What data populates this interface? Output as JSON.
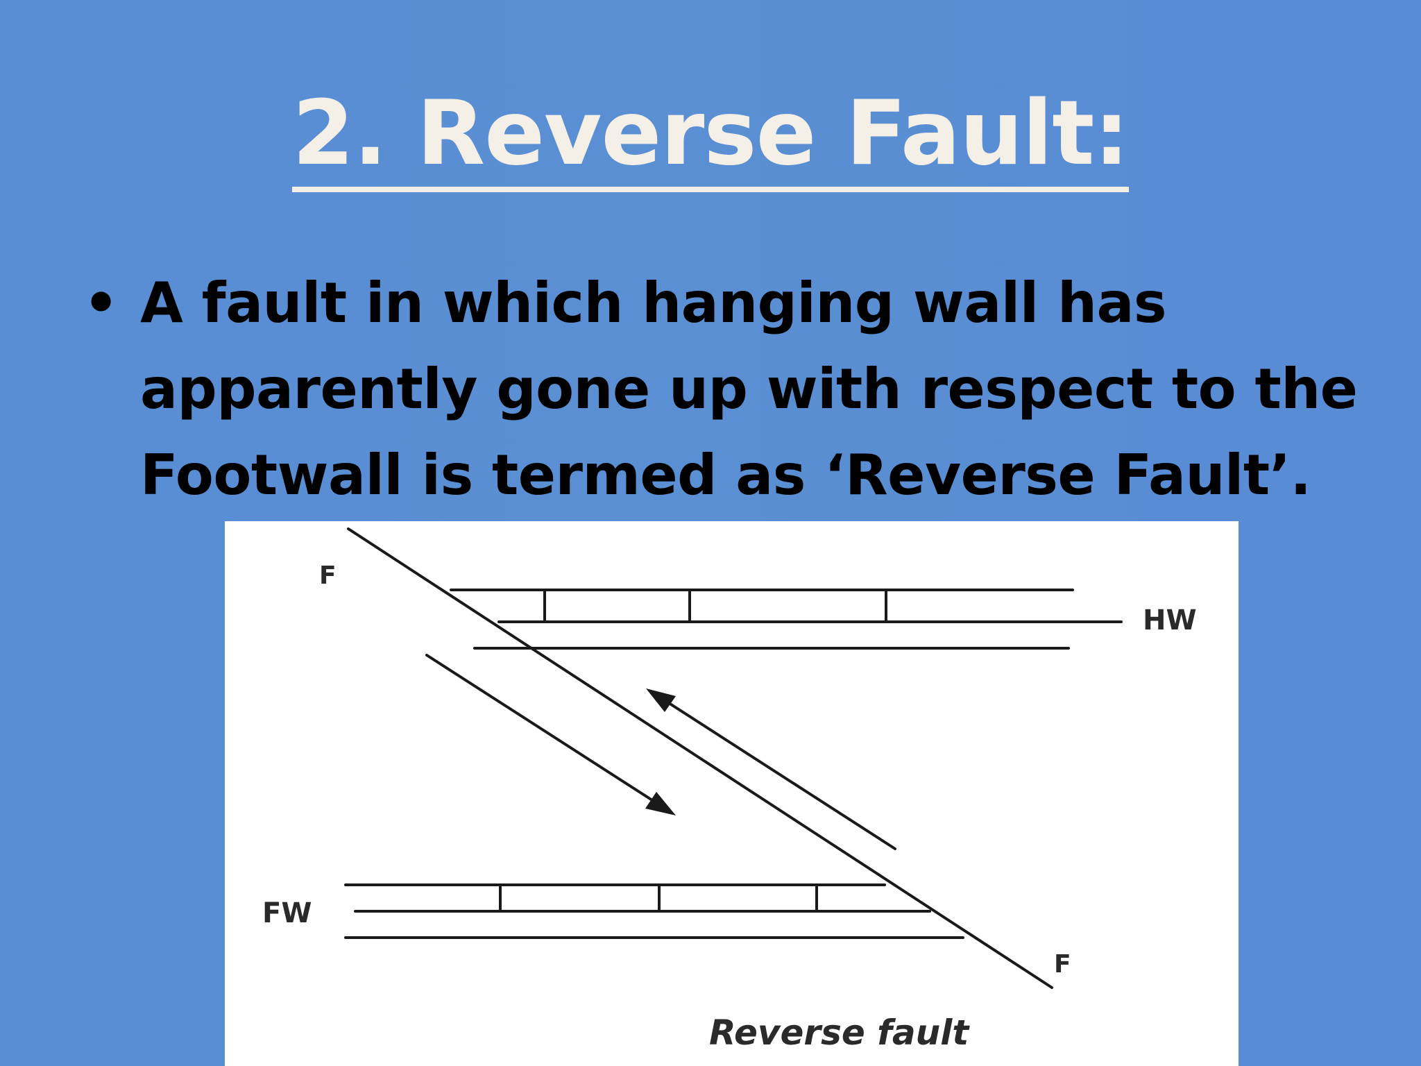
{
  "slide": {
    "title": "2. Reverse Fault:",
    "bullet_symbol": "•",
    "bullets": [
      "A fault in which hanging wall has apparently gone up with respect to the Footwall is termed as ‘Reverse Fault’."
    ]
  },
  "diagram": {
    "label_fault_top": "F",
    "label_fault_bottom": "F",
    "label_hanging_wall": "HW",
    "label_footwall": "FW",
    "caption": "Reverse fault"
  },
  "colors": {
    "background": "#5b8fd3",
    "title": "#f4f0e8",
    "body_text": "#000000",
    "figure_background": "#ffffff",
    "line": "#1a1a1a"
  }
}
